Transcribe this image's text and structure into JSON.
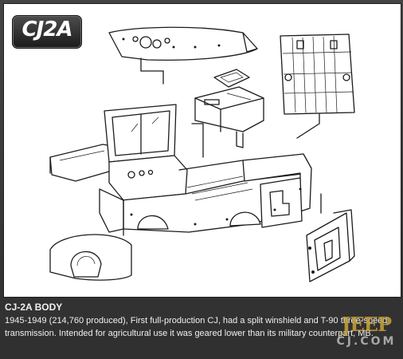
{
  "badge": {
    "label": "CJ2A"
  },
  "caption": {
    "title": "CJ-2A BODY",
    "line1": "1945-1949 (214,760 produced), First full-production CJ, had a split winshield and T-90 three-speed",
    "line2": "transmission. Intended for agricultural use it was geared lower than its military counterpart, MB."
  },
  "watermark": {
    "top": "JEEP",
    "bottom": "CJ.COM"
  },
  "colors": {
    "frame": "#3a3a3a",
    "panel": "#ffffff",
    "ink": "#1b1b1b",
    "watermark": "#c9a33a"
  }
}
